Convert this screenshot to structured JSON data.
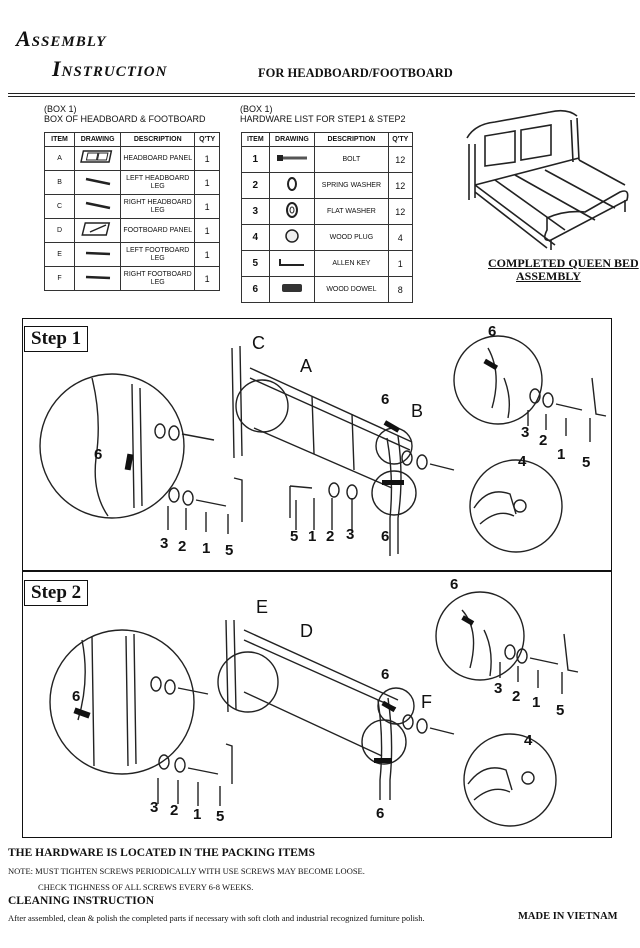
{
  "header": {
    "title_line1": "Assembly",
    "title_line2": "Instruction",
    "subtitle": "FOR HEADBOARD/FOOTBOARD"
  },
  "box1": {
    "label_line1": "(BOX 1)",
    "label_line2": "BOX OF HEADBOARD & FOOTBOARD",
    "columns": [
      "ITEM",
      "DRAWING",
      "DESCRIPTION",
      "Q'TY"
    ],
    "rows": [
      {
        "item": "A",
        "description": "HEADBOARD PANEL",
        "qty": "1"
      },
      {
        "item": "B",
        "description": "LEFT HEADBOARD LEG",
        "qty": "1"
      },
      {
        "item": "C",
        "description": "RIGHT HEADBOARD LEG",
        "qty": "1"
      },
      {
        "item": "D",
        "description": "FOOTBOARD PANEL",
        "qty": "1"
      },
      {
        "item": "E",
        "description": "LEFT FOOTBOARD LEG",
        "qty": "1"
      },
      {
        "item": "F",
        "description": "RIGHT FOOTBOARD LEG",
        "qty": "1"
      }
    ]
  },
  "hardware": {
    "label_line1": "(BOX 1)",
    "label_line2": "HARDWARE LIST FOR STEP1 & STEP2",
    "columns": [
      "ITEM",
      "DRAWING",
      "DESCRIPTION",
      "Q'TY"
    ],
    "rows": [
      {
        "item": "1",
        "description": "BOLT",
        "qty": "12"
      },
      {
        "item": "2",
        "description": "SPRING WASHER",
        "qty": "12"
      },
      {
        "item": "3",
        "description": "FLAT WASHER",
        "qty": "12"
      },
      {
        "item": "4",
        "description": "WOOD PLUG",
        "qty": "4"
      },
      {
        "item": "5",
        "description": "ALLEN KEY",
        "qty": "1"
      },
      {
        "item": "6",
        "description": "WOOD DOWEL",
        "qty": "8"
      }
    ]
  },
  "completed": {
    "line1": "COMPLETED QUEEN BED",
    "line2": "ASSEMBLY"
  },
  "step1": {
    "label": "Step 1",
    "letters": [
      "C",
      "A",
      "B"
    ],
    "numbers": {
      "dowel_left": "6",
      "dowel_mid": "6",
      "dowel_bottom": "6",
      "dowel_circle": "6",
      "plug": "4"
    },
    "seq_a": [
      "3",
      "2",
      "1",
      "5"
    ],
    "seq_b": [
      "5",
      "1",
      "2",
      "3"
    ],
    "seq_c": [
      "3",
      "2",
      "1",
      "5"
    ]
  },
  "step2": {
    "label": "Step 2",
    "letters": [
      "E",
      "D",
      "F"
    ],
    "numbers": {
      "dowel_left": "6",
      "dowel_mid": "6",
      "dowel_bottom": "6",
      "dowel_circle": "6",
      "plug": "4"
    },
    "seq_a": [
      "3",
      "2",
      "1",
      "5"
    ],
    "seq_c": [
      "3",
      "2",
      "1",
      "5"
    ]
  },
  "footer": {
    "hardware_heading": "THE HARDWARE IS LOCATED IN THE PACKING ITEMS",
    "note_line1": "NOTE: MUST TIGHTEN SCREWS PERIODICALLY WITH USE SCREWS MAY BECOME LOOSE.",
    "note_line2": "CHECK TIGHNESS OF ALL SCREWS EVERY 6-8 WEEKS.",
    "cleaning_heading": "CLEANING INSTRUCTION",
    "cleaning_text": "After assembled, clean & polish the completed parts if necessary with soft cloth and industrial recognized furniture polish.",
    "made_in": "MADE IN VIETNAM"
  }
}
